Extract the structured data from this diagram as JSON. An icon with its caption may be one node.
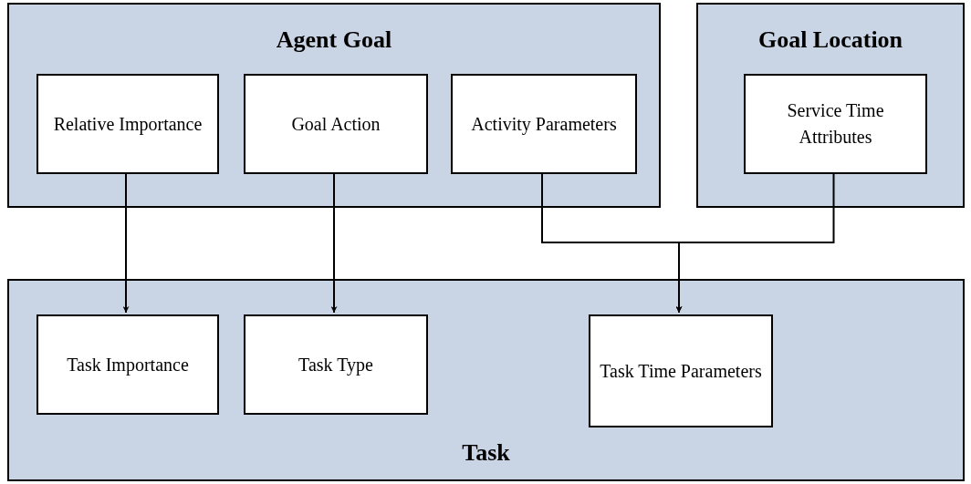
{
  "diagram": {
    "nodes": [
      {
        "text": [
          "Agent Goal"
        ]
      },
      {
        "text": [
          "Relative Importance"
        ],
        "in": 0
      },
      {
        "text": [
          "Goal Action"
        ],
        "in": 0
      },
      {
        "text": [
          "Activity Parameters"
        ],
        "in": 0
      },
      {
        "text": [
          "Goal Location"
        ]
      },
      {
        "text": [
          "Service Time Attributes"
        ],
        "in": 4
      },
      {
        "text": [
          "Task"
        ]
      },
      {
        "text": [
          "Task Importance"
        ],
        "in": 6
      },
      {
        "text": [
          "Task Type"
        ],
        "in": 6
      },
      {
        "text": [
          "Task Time Parameters"
        ],
        "in": 6
      }
    ],
    "edges": [
      {
        "from": 1,
        "to": 7,
        "arrow": "to"
      },
      {
        "from": 2,
        "to": 8,
        "arrow": "to"
      },
      {
        "from": 3,
        "to": 9,
        "arrow": "to"
      },
      {
        "from": 5,
        "to": 9,
        "arrow": "to"
      }
    ]
  }
}
